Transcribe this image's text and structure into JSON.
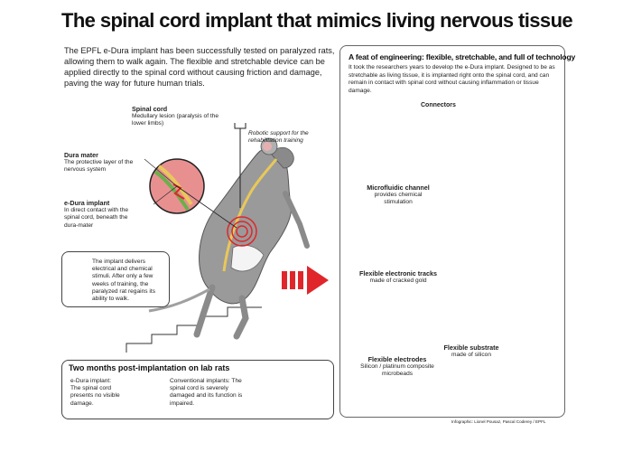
{
  "title": "The spinal cord implant that mimics living nervous tissue",
  "intro": "The EPFL e-Dura implant has been successfully tested on paralyzed rats, allowing them to walk again. The flexible and stretchable device can be applied directly to the spinal cord without causing friction and damage, paving the way for future human trials.",
  "left_labels": {
    "spinal_cord": {
      "heading": "Spinal cord",
      "text": "Medullary lesion (paralysis of the lower limbs)"
    },
    "robotic": "Robotic support for the rehabilitation training",
    "dura_mater": {
      "heading": "Dura mater",
      "text": "The protective layer of the nervous system"
    },
    "edura": {
      "heading": "e-Dura implant",
      "text": "In direct contact with the spinal cord, beneath the dura-mater"
    }
  },
  "stimuli_box": {
    "text": "The implant delivers electrical and chemical stimuli. After only a few weeks of training, the paralyzed rat regains its ability to walk."
  },
  "bottom_box": {
    "title": "Two months post-implantation on lab rats",
    "edura_text": "e-Dura implant: The spinal cord presents no visible damage.",
    "conventional_text": "Conventional implants: The spinal cord is severely damaged and its function is impaired."
  },
  "right_panel": {
    "title": "A feat of engineering: flexible, stretchable, and full of technology",
    "text": "It took the researchers years to develop the e-Dura implant. Designed to be as stretchable as living tissue, it is implanted right onto the spinal cord, and can remain in contact with spinal cord without causing inflammation or tissue damage.",
    "connectors": "Connectors",
    "microfluidic": {
      "heading": "Microfluidic channel",
      "text": "provides chemical stimulation"
    },
    "tracks": {
      "heading": "Flexible electronic tracks",
      "text": "made of cracked gold"
    },
    "substrate": {
      "heading": "Flexible substrate",
      "text": "made of silicon"
    },
    "electrodes": {
      "heading": "Flexible electrodes",
      "text": "Silicon / platinum composite microbeads"
    }
  },
  "credit": "Infographic: Lionel Pousaz, Pascal Coderey / EPFL",
  "colors": {
    "accent_red": "#e0262b",
    "gold": "#c8923a",
    "implant": "#e8dcc4",
    "blue": "#3a5fb8",
    "rat": "#9a9a9a"
  }
}
